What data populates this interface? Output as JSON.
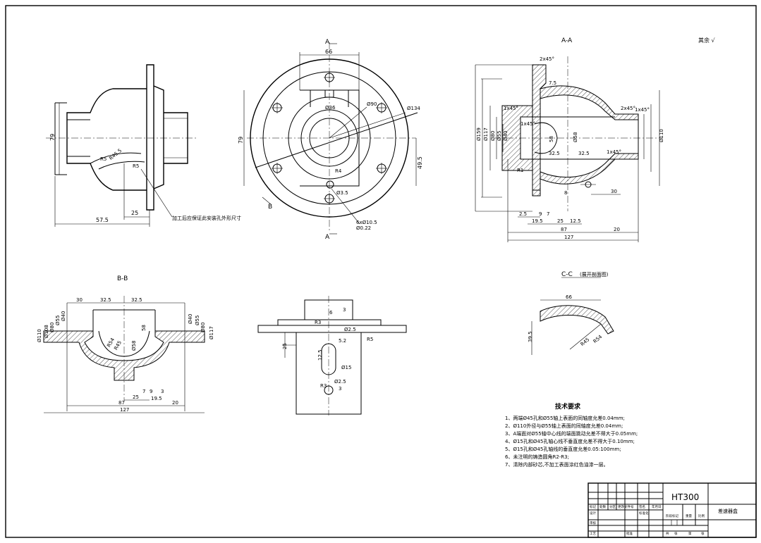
{
  "views": {
    "section_aa_label": "A-A",
    "section_bb_label": "B-B",
    "section_cc_label": "C-C",
    "section_cc_note": "(展开剖面图)",
    "cut_mark_a": "A",
    "cut_mark_b": "B",
    "roughness_note": "其余 √"
  },
  "front_view_dims": {
    "d79": "79",
    "d25": "25",
    "d57_5": "57.5",
    "r5": "R5",
    "r45_5": "R45.5",
    "r5b": "R5",
    "note": "加工后应保证此安装孔外形尺寸"
  },
  "top_view_dims": {
    "d66": "66",
    "d79": "79",
    "d36": "Ø36",
    "d90": "Ø90",
    "d134": "Ø134",
    "d49_5": "49.5",
    "r4": "R4",
    "d3_5": "Ø3.5",
    "holes": "6xØ10.5",
    "holes_tol": "Ø0.22"
  },
  "aa_dims": {
    "c2": "2x45°",
    "d7_5": "7.5",
    "c1a": "1x45°",
    "c1b": "1x45°",
    "c2b": "2x45°",
    "c1c": "1x45°",
    "c1d": "1x45°",
    "d159": "Ø159",
    "d117": "Ø117",
    "d80": "Ø80",
    "d55": "Ø55",
    "d40": "Ø40",
    "d58": "58",
    "d58b": "Ø58",
    "d32_5a": "32.5",
    "d32_5b": "32.5",
    "r1": "R1",
    "d8": "8",
    "d2_5": "2.5",
    "d9": "9",
    "d7": "7",
    "d19_5": "19.5",
    "d25": "25",
    "d12_5": "12.5",
    "d87": "87",
    "d20": "20",
    "d30": "30",
    "d127": "127",
    "d110": "Ø110"
  },
  "bb_dims": {
    "d30": "30",
    "d32_5a": "32.5",
    "d32_5b": "32.5",
    "d110": "Ø110",
    "d108": "Ø108",
    "d80": "Ø80",
    "d55": "Ø55",
    "d40": "Ø40",
    "d58": "58",
    "r54": "R54",
    "r45": "R45",
    "d58b": "Ø58",
    "d117": "Ø117",
    "d25": "25",
    "d7": "7",
    "d9": "9",
    "d3": "3",
    "d87": "87",
    "d19_5": "19.5",
    "d20": "20",
    "d127": "127"
  },
  "shaft_dims": {
    "d6": "6",
    "d3": "3",
    "r3": "R3",
    "d2_5": "Ø2.5",
    "d5_2": "5.2",
    "d25": "25",
    "r5": "R5",
    "d12_5": "12.5",
    "d15": "Ø15",
    "d2_5b": "Ø2.5",
    "r3b": "R3",
    "d3b": "3"
  },
  "cc_dims": {
    "d66": "66",
    "d39_5": "39.5",
    "r45": "R45",
    "r54": "R54"
  },
  "requirements": {
    "title": "技术要求",
    "items": [
      "1、两端Ø45孔和Ø55轴上表面的同轴度允差0.04mm;",
      "2、Ø110外径与Ø55轴上表面的同轴度允差0.04mm;",
      "3、A端面对Ø55轴中心线的端面跳动允差不得大于0.05mm;",
      "4、Ø15孔和Ø45孔轴心线不垂直度允差不得大于0.10mm;",
      "5、Ø15孔和Ø45孔轴线的垂直度允差0.05:100mm;",
      "6、未注明的铸造圆角R2-R3;",
      "7、清除内部砂芯,不加工表面涂红色油漆一层。"
    ]
  },
  "title_block": {
    "material": "HT300",
    "part_name": "差速器盒",
    "labels": [
      "标记",
      "处数",
      "分区",
      "更改文件号",
      "签名",
      "年月日"
    ],
    "row2": [
      "设计",
      "标准化"
    ],
    "row3": [
      "审核"
    ],
    "row4": [
      "工艺",
      "批准"
    ],
    "stage": [
      "阶段标记",
      "重量",
      "比例"
    ],
    "sheets": [
      "共",
      "张",
      "第",
      "张"
    ]
  }
}
